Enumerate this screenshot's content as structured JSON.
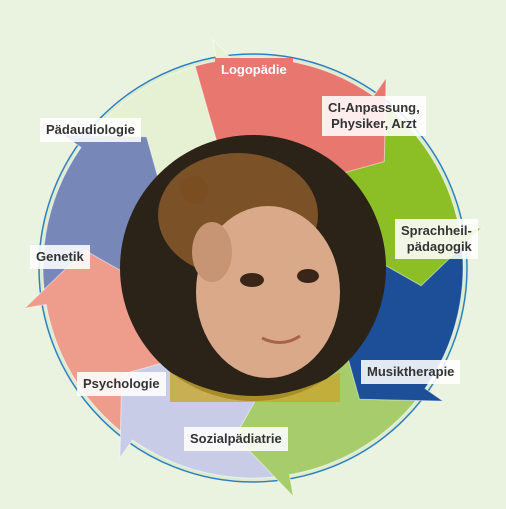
{
  "diagram": {
    "colors": {
      "background": "#eaf3df",
      "ring_fill": "#dcecd0",
      "ring_stroke": "#2f7fbf",
      "photo_dark": "#2b2218",
      "skin": "#d9a98a",
      "hair": "#8a5a2b"
    },
    "segments": [
      {
        "id": "logopaedie",
        "label_lines": [
          "Logopädie"
        ],
        "color": "#e8776f",
        "white_text": true
      },
      {
        "id": "ci-anpassung",
        "label_lines": [
          "CI-Anpassung,",
          "Physiker, Arzt"
        ],
        "color": "#8cbf26"
      },
      {
        "id": "sprachheilpaedagogik",
        "label_lines": [
          "Sprachheil-",
          "pädagogik"
        ],
        "color": "#1c4f97"
      },
      {
        "id": "musiktherapie",
        "label_lines": [
          "Musiktherapie"
        ],
        "color": "#a6cc6c"
      },
      {
        "id": "sozialpaediatrie",
        "label_lines": [
          "Sozialpädiatrie"
        ],
        "color": "#c8cce6"
      },
      {
        "id": "psychologie",
        "label_lines": [
          "Psychologie"
        ],
        "color": "#ee9c8c"
      },
      {
        "id": "genetik",
        "label_lines": [
          "Genetik"
        ],
        "color": "#7787b8"
      },
      {
        "id": "paedaudiologie",
        "label_lines": [
          "Pädaudiologie"
        ],
        "color": "#e6f0d2"
      }
    ]
  }
}
